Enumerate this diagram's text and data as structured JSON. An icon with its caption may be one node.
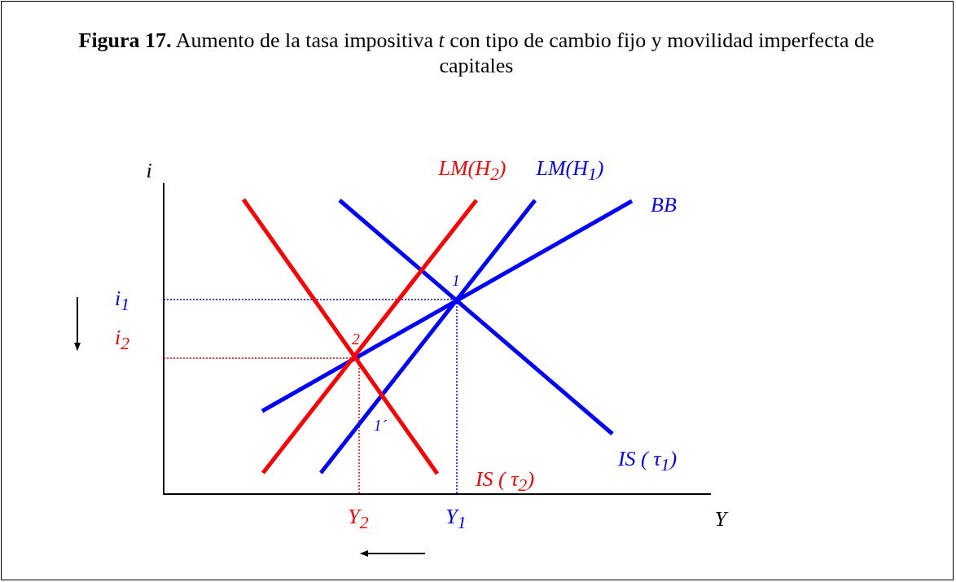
{
  "diagram": {
    "title": "**Figura 17.** Aumento de la tasa impositiva *t* con tipo de cambio fijo y movilidad imperfecta de capitales",
    "labels": [
      "i",
      "LM(H$_{2}$)",
      "LM(H$_{1}$)",
      "BB",
      "1",
      "i$_{1}$",
      "i$_{2}$",
      "2",
      "1´",
      "IS ( τ$_{1}$)",
      "IS ( τ$_{2}$)",
      "Y$_{2}$",
      "Y$_{1}$",
      "Y"
    ]
  }
}
